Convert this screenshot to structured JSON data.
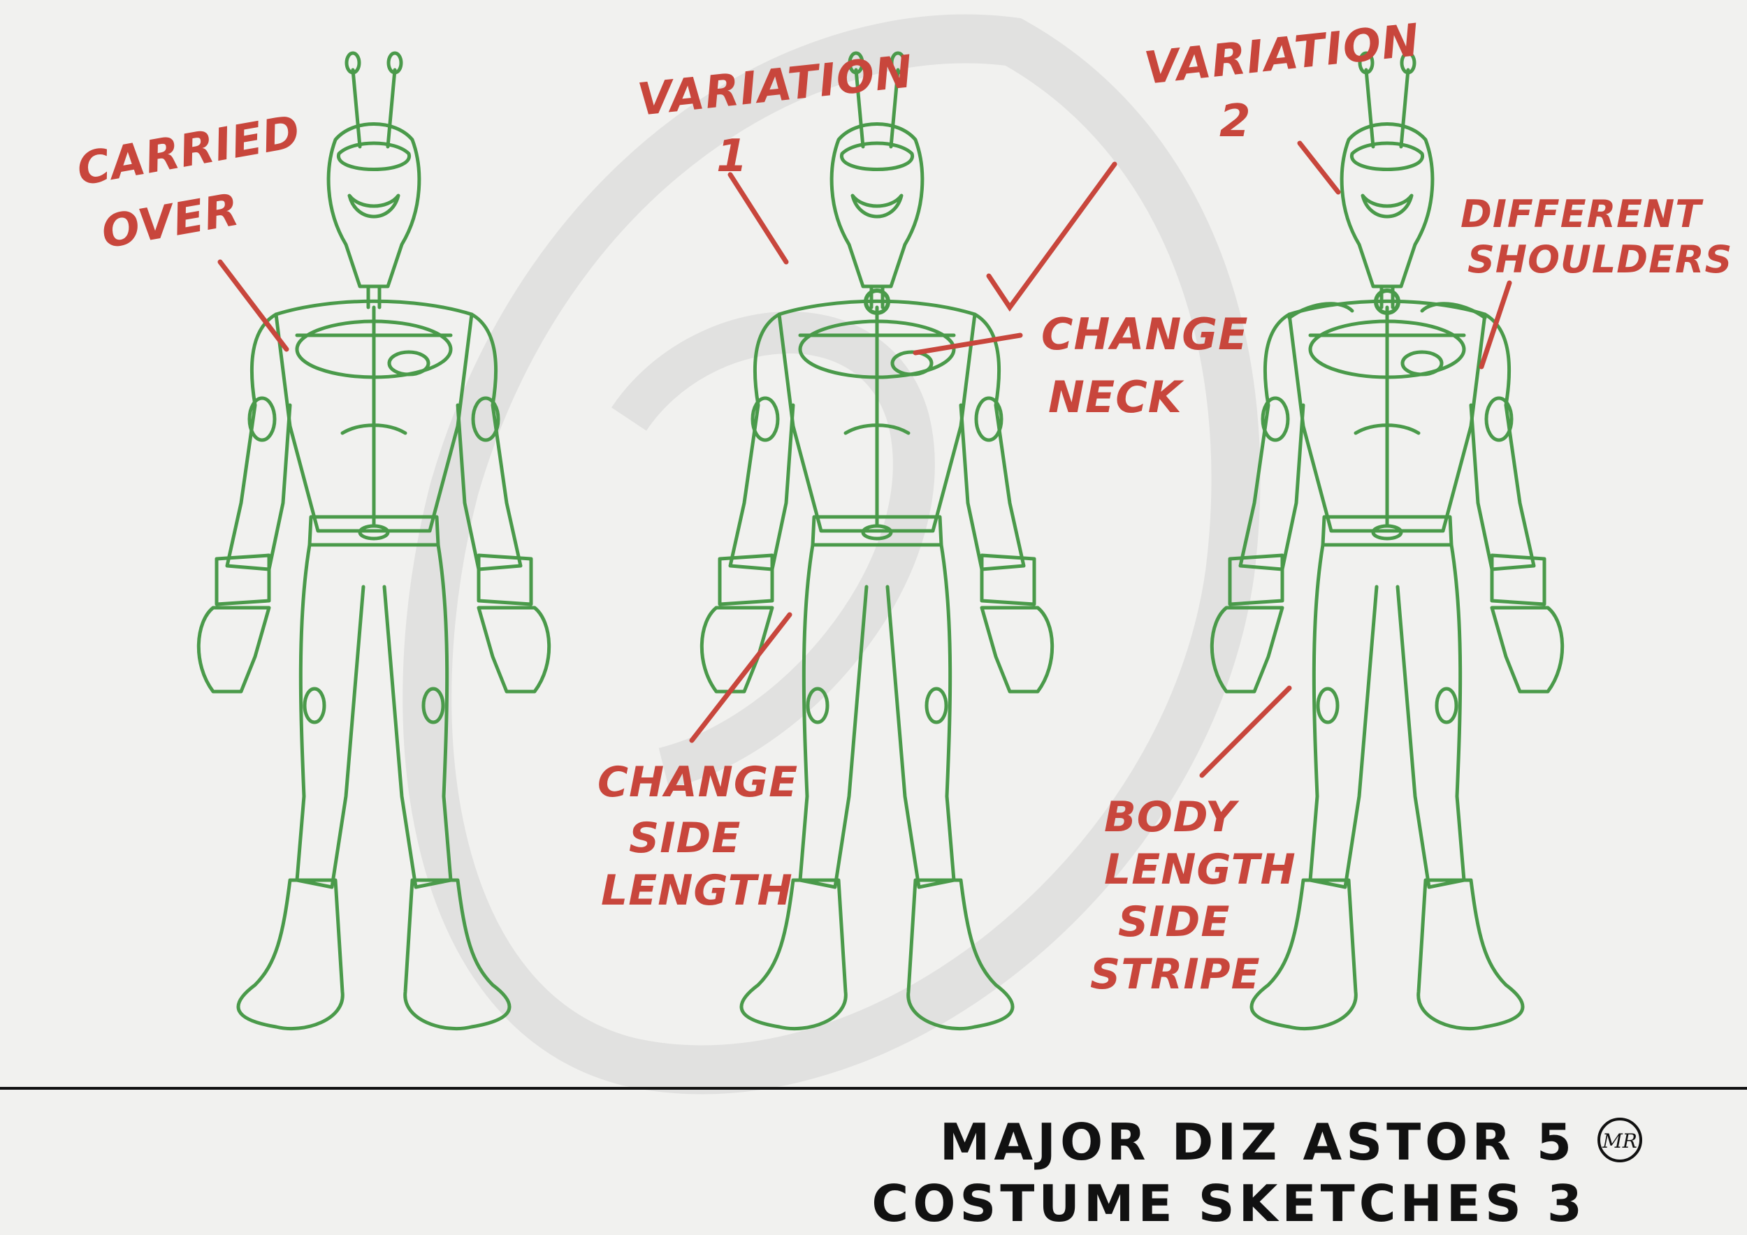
{
  "colors": {
    "paper": "#f1f1ef",
    "sketch": "#4a9a4a",
    "annotation": "#c8463c",
    "watermark": "#d6d6d6",
    "ink": "#111111"
  },
  "annotations": {
    "carried_over": [
      "CARRIED",
      "OVER"
    ],
    "variation_1": [
      "VARIATION",
      "1"
    ],
    "variation_2": [
      "VARIATION",
      "2"
    ],
    "change_neck": [
      "CHANGE",
      "NECK"
    ],
    "different_shoulders": [
      "DIFFERENT",
      "SHOULDERS"
    ],
    "change_side_length": [
      "CHANGE",
      "SIDE",
      "LENGTH"
    ],
    "body_length_side_stripe": [
      "BODY",
      "LENGTH",
      "SIDE",
      "STRIPE"
    ]
  },
  "title": {
    "line1": "MAJOR DIZ ASTOR 5",
    "line2": "COSTUME SKETCHES 3"
  },
  "signature": "MR"
}
